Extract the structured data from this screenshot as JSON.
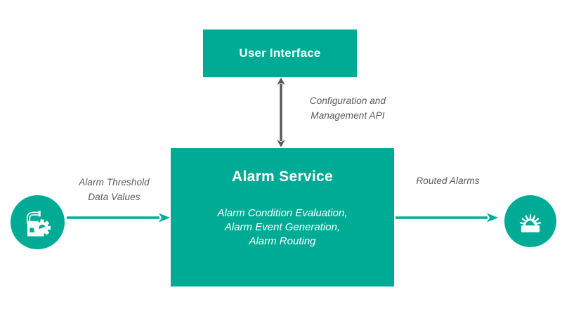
{
  "colors": {
    "accent_teal": "#00ab96",
    "label_gray": "#58595b",
    "node_text": "#ffffff",
    "background": "#ffffff"
  },
  "nodes": {
    "user_interface": {
      "title": "User Interface"
    },
    "alarm_service": {
      "title": "Alarm Service",
      "functions": [
        "Alarm Condition Evaluation,",
        "Alarm Event Generation,",
        "Alarm Routing"
      ]
    },
    "data_source": {
      "icon": "machine-gear-icon"
    },
    "alarm_output": {
      "icon": "alarm-siren-icon"
    }
  },
  "edges": {
    "config_api": {
      "direction": "bidirectional",
      "label_line1": "Configuration and",
      "label_line2": "Management API"
    },
    "threshold_input": {
      "direction": "into-alarm-service",
      "label_line1": "Alarm Threshold",
      "label_line2": "Data Values"
    },
    "routed_output": {
      "direction": "out-of-alarm-service",
      "label": "Routed Alarms"
    }
  }
}
